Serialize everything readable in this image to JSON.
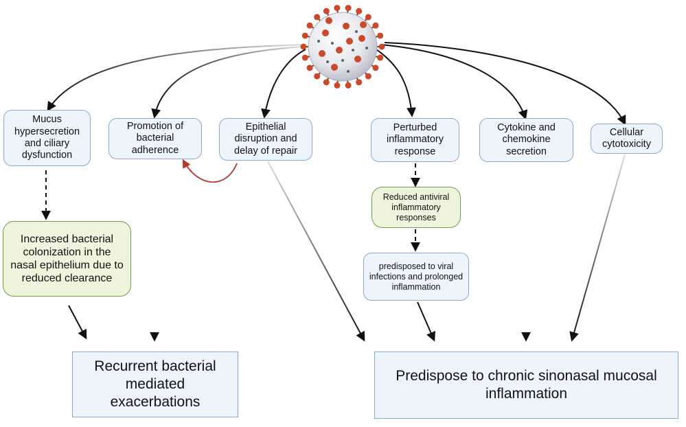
{
  "virus_icon": "coronavirus-icon",
  "colors": {
    "box_fill": "#eef4fb",
    "box_border": "#8aa9cf",
    "green_fill": "#eef5dc",
    "green_border": "#6f9d4b",
    "arrow": "#111111",
    "red_arrow": "#b03a2e",
    "virus_red": "#c84a2a"
  },
  "nodes": {
    "mucus": "Mucus hypersecretion and ciliary dysfunction",
    "adherence": "Promotion of bacterial adherence",
    "epithelial": "Epithelial disruption and delay of repair",
    "perturbed": "Perturbed inflammatory response",
    "cytokine": "Cytokine and chemokine secretion",
    "cytotoxicity": "Cellular cytotoxicity",
    "colonization": "Increased bacterial colonization in the nasal epithelium due to reduced clearance",
    "reduced_antiviral": "Reduced antiviral inflammatory responses",
    "predisposed_viral": "predisposed to viral infections and prolonged inflammation",
    "recurrent": "Recurrent bacterial mediated exacerbations",
    "chronic": "Predispose to chronic sinonasal mucosal inflammation"
  }
}
